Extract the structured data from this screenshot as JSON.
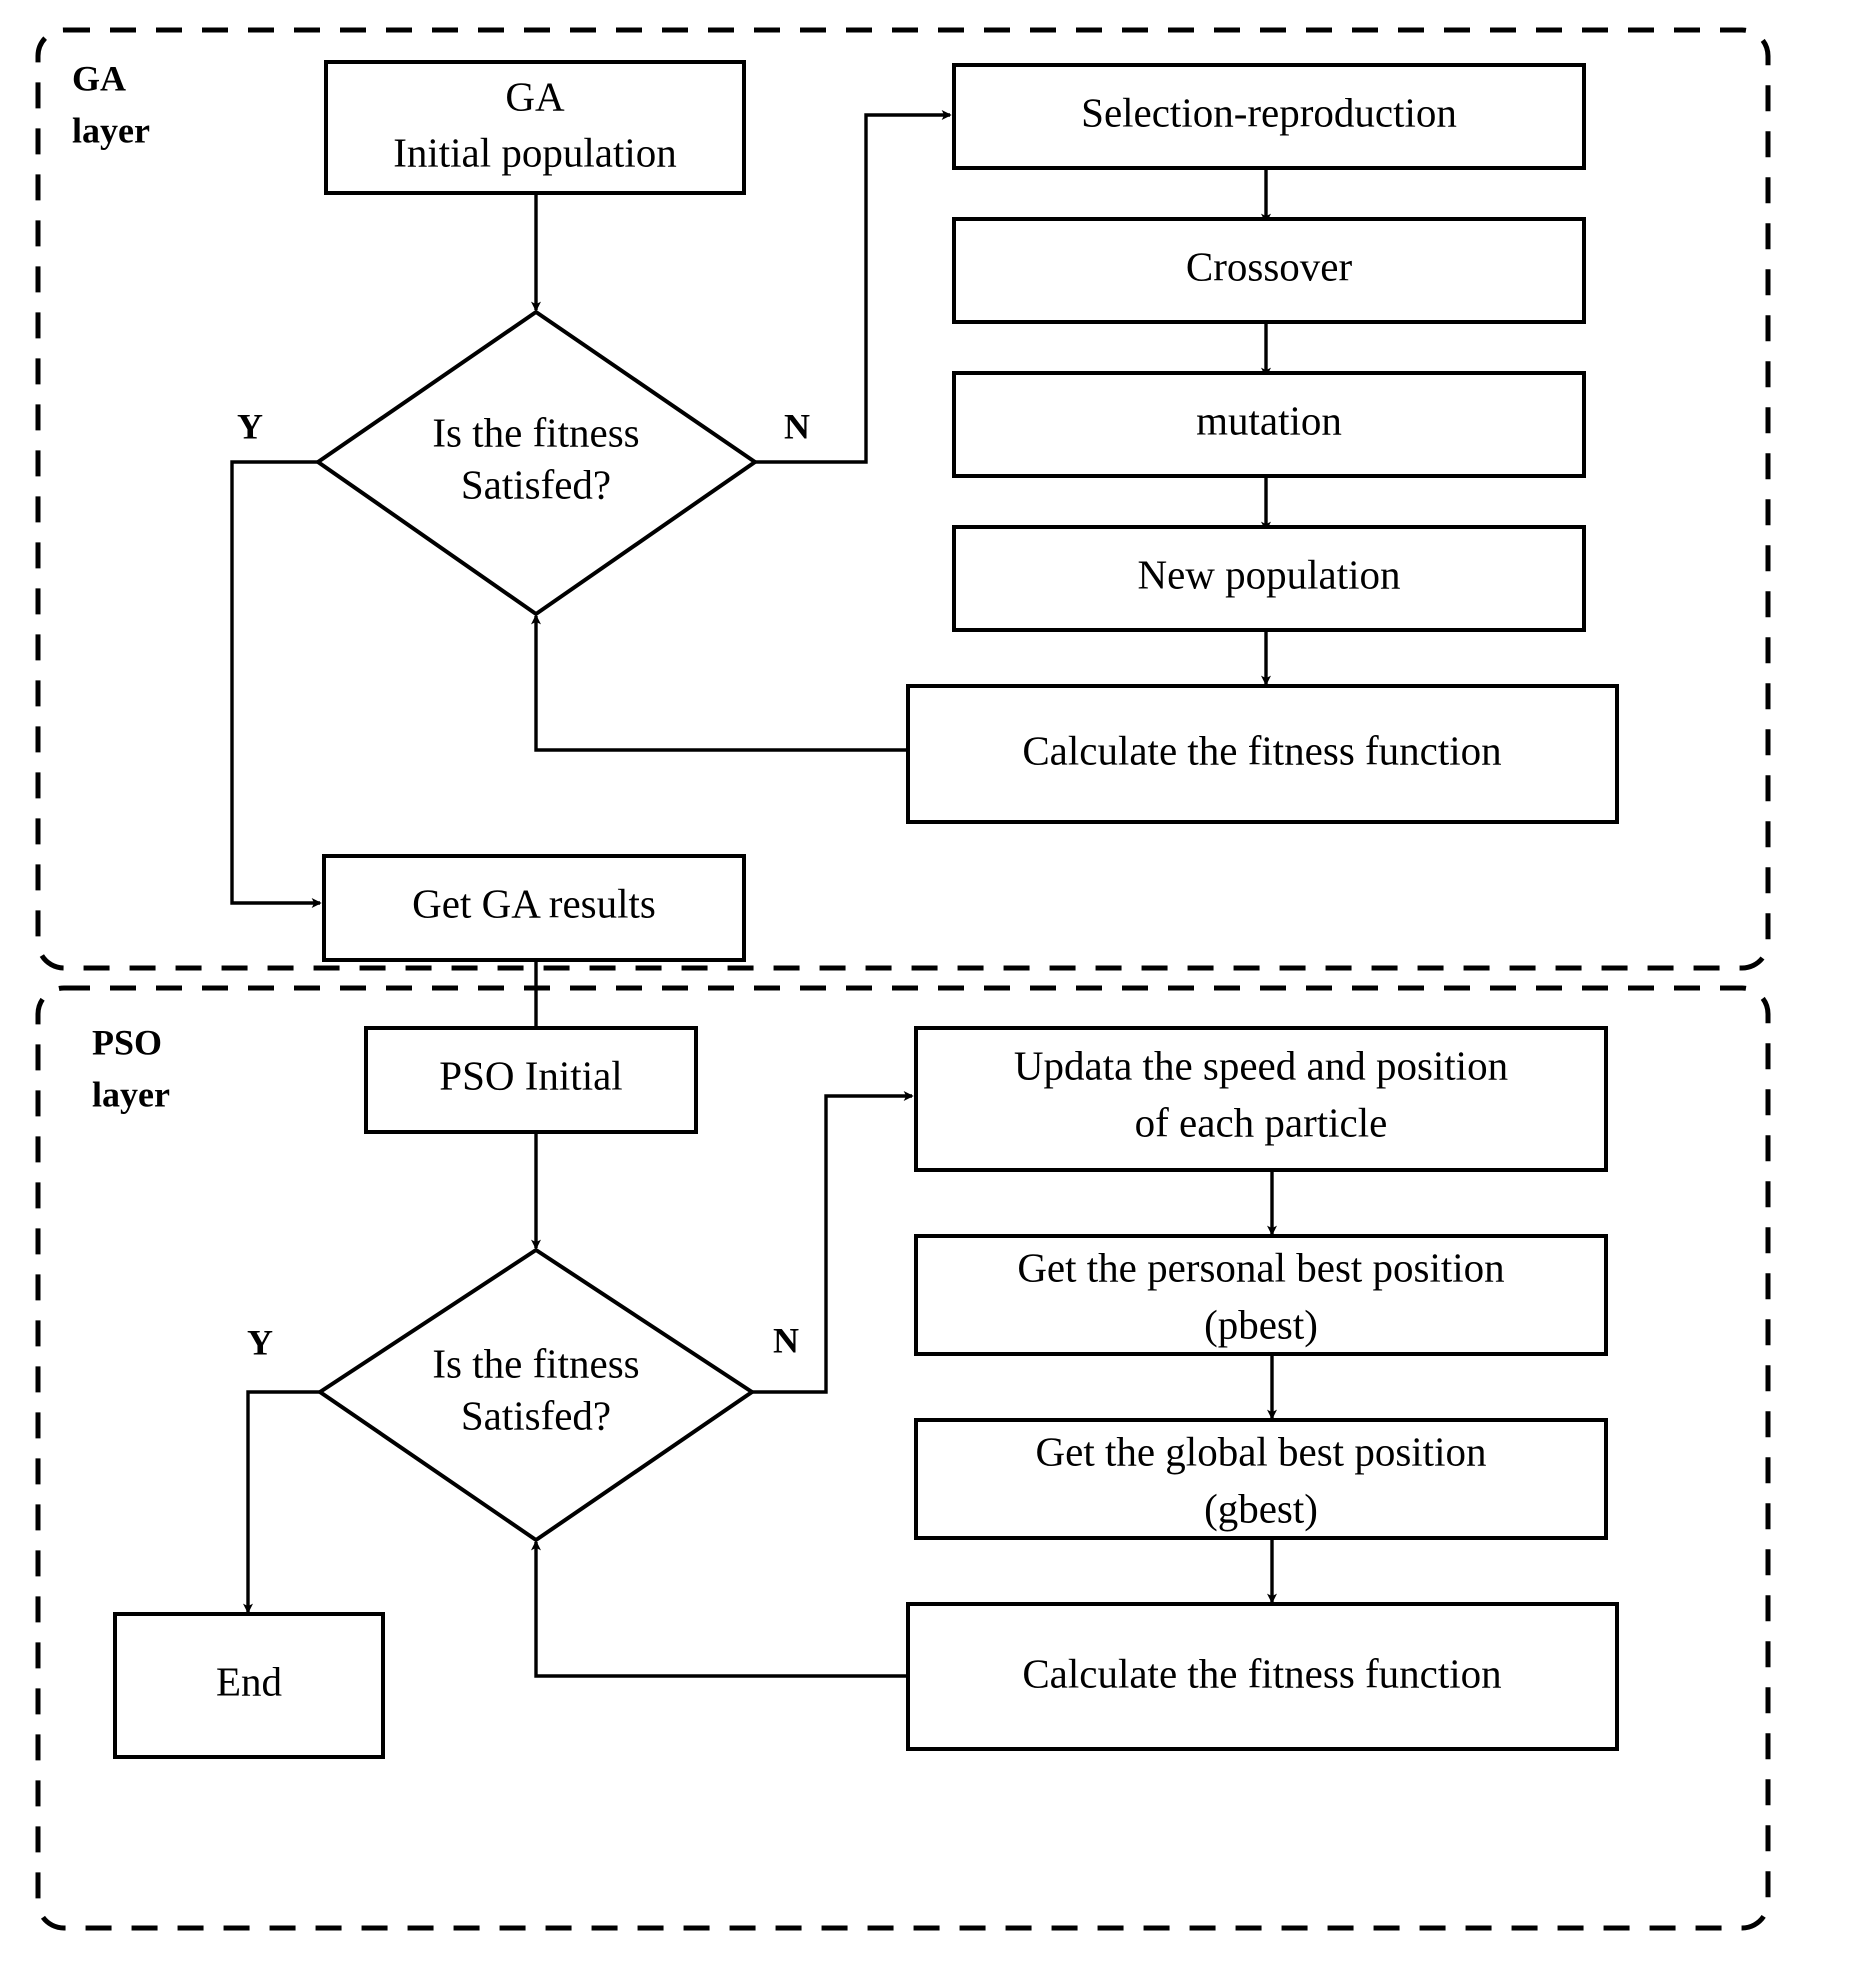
{
  "diagram": {
    "title": "GA-PSO hybrid optimization flowchart",
    "layers": [
      {
        "id": "ga",
        "label_line1": "GA",
        "label_line2": "layer"
      },
      {
        "id": "pso",
        "label_line1": "PSO",
        "label_line2": "layer"
      }
    ],
    "branch_labels": {
      "yes": "Y",
      "no": "N"
    },
    "ga_nodes": {
      "initial": {
        "line1": "GA",
        "line2": "Initial population"
      },
      "decision": {
        "line1": "Is the fitness",
        "line2": "Satisfed?"
      },
      "selection": {
        "line1": "Selection-reproduction"
      },
      "crossover": {
        "line1": "Crossover"
      },
      "mutation": {
        "line1": "mutation"
      },
      "new_population": {
        "line1": "New population"
      },
      "calculate": {
        "line1": "Calculate the fitness function"
      },
      "results": {
        "line1": "Get GA results"
      }
    },
    "pso_nodes": {
      "initial": {
        "line1": "PSO Initial"
      },
      "decision": {
        "line1": "Is the fitness",
        "line2": "Satisfed?"
      },
      "update": {
        "line1": "Updata the speed and position",
        "line2": "of each particle"
      },
      "pbest": {
        "line1": "Get the personal best position",
        "line2": "(pbest)"
      },
      "gbest": {
        "line1": "Get the global best position",
        "line2": "(gbest)"
      },
      "calculate": {
        "line1": "Calculate the fitness function"
      },
      "end": {
        "line1": "End"
      }
    },
    "colors": {
      "stroke": "#000000",
      "fill": "#ffffff",
      "background": "#ffffff"
    }
  }
}
